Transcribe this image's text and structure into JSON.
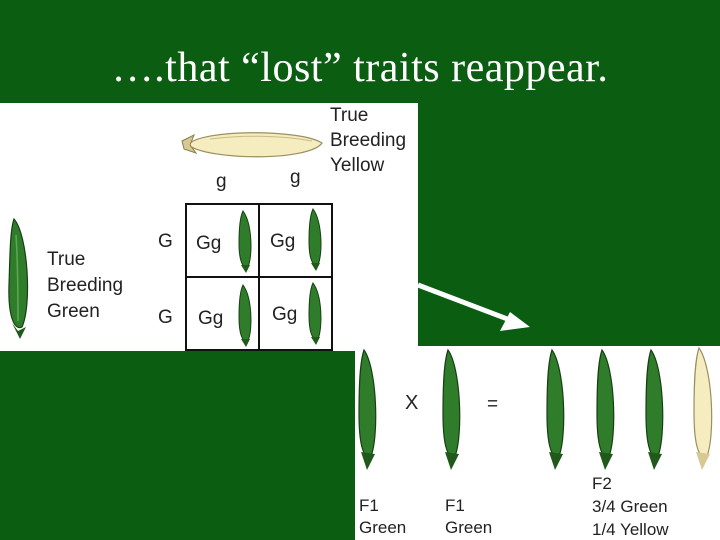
{
  "title": "….that “lost” traits reappear.",
  "colors": {
    "background": "#0b5d12",
    "green_pea": "#2f7d2a",
    "yellow_pea": "#f5ecc0"
  },
  "yellow_parent": {
    "label_line1": "True",
    "label_line2": "Breeding",
    "label_line3": "Yellow",
    "alleles": [
      "g",
      "g"
    ]
  },
  "green_parent": {
    "label_line1": "True",
    "label_line2": "Breeding",
    "label_line3": "Green",
    "alleles": [
      "G",
      "G"
    ]
  },
  "punnett": {
    "cells": [
      "Gg",
      "Gg",
      "Gg",
      "Gg"
    ]
  },
  "cross": {
    "operator_cross": "X",
    "operator_equals": "=",
    "f1_left": {
      "line1": "F1",
      "line2": "Green"
    },
    "f1_right": {
      "line1": "F1",
      "line2": "Green"
    },
    "f2": {
      "line1": "F2",
      "line2": "3/4 Green",
      "line3": "1/4 Yellow"
    }
  }
}
